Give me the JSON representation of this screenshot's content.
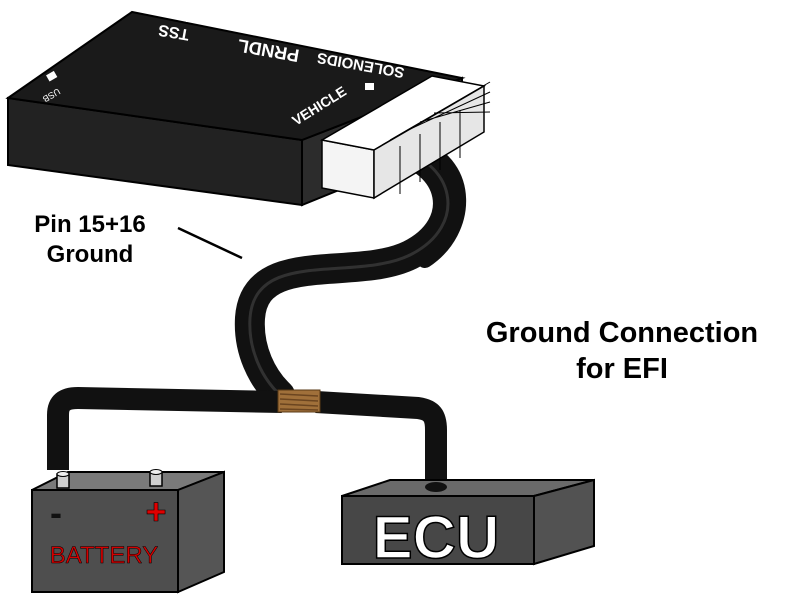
{
  "module": {
    "labels": {
      "usb": "USB",
      "tss": "TSS",
      "prndl": "PRNDL",
      "solenoids": "SOLENOIDS",
      "vehicle": "VEHICLE"
    }
  },
  "callouts": {
    "pin_line1": "Pin 15+16",
    "pin_line2": "Ground",
    "ground_line1": "Ground Connection",
    "ground_line2": "for EFI"
  },
  "battery": {
    "label": "BATTERY",
    "minus": "-",
    "plus": "+"
  },
  "ecu": {
    "label": "ECU"
  },
  "colors": {
    "module_top": "#1b1b1b",
    "module_side": "#2a2a2a",
    "connector": "#f2f2f2",
    "wire": "#111111",
    "splice": "#a0703a",
    "box_body": "#4a4a4a",
    "box_top": "#6b6b6b",
    "battery_text": "#d40000",
    "ecu_text": "#ffffff"
  }
}
